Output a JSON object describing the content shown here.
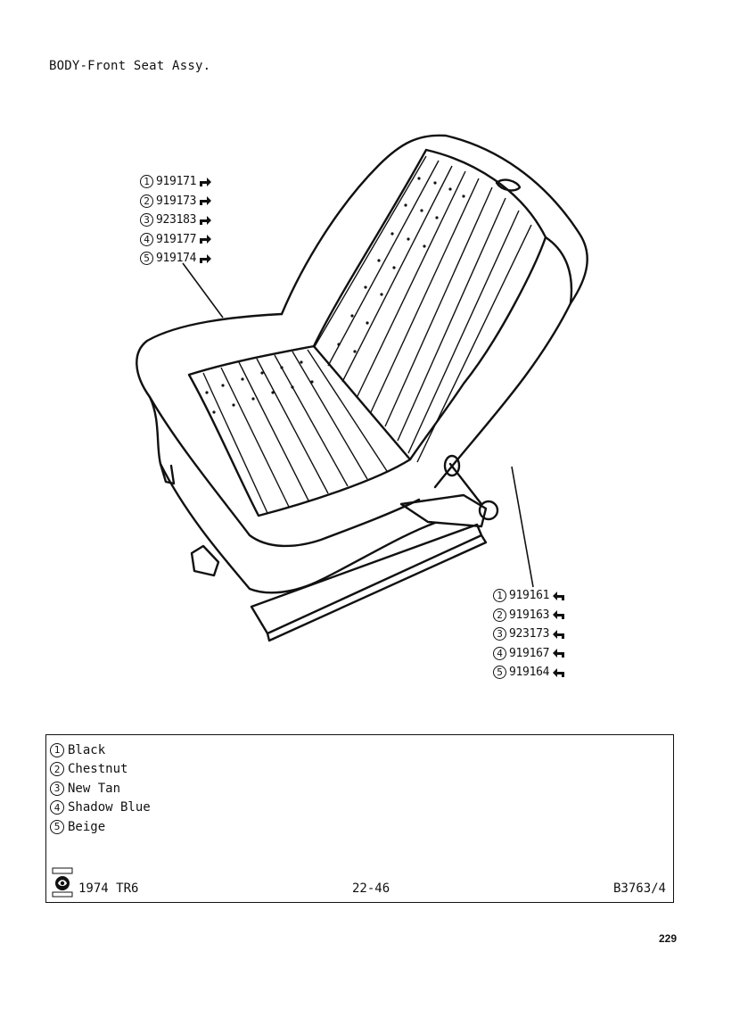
{
  "page": {
    "title": "BODY-Front Seat Assy.",
    "page_number": "229"
  },
  "parts_left": [
    {
      "num": "1",
      "part": "919171",
      "icon": "arrow-right-icon"
    },
    {
      "num": "2",
      "part": "919173",
      "icon": "arrow-right-icon"
    },
    {
      "num": "3",
      "part": "923183",
      "icon": "arrow-right-icon"
    },
    {
      "num": "4",
      "part": "919177",
      "icon": "arrow-right-icon"
    },
    {
      "num": "5",
      "part": "919174",
      "icon": "arrow-right-icon"
    }
  ],
  "parts_right": [
    {
      "num": "1",
      "part": "919161",
      "icon": "arrow-left-icon"
    },
    {
      "num": "2",
      "part": "919163",
      "icon": "arrow-left-icon"
    },
    {
      "num": "3",
      "part": "923173",
      "icon": "arrow-left-icon"
    },
    {
      "num": "4",
      "part": "919167",
      "icon": "arrow-left-icon"
    },
    {
      "num": "5",
      "part": "919164",
      "icon": "arrow-left-icon"
    }
  ],
  "legend": [
    {
      "num": "1",
      "color": "Black"
    },
    {
      "num": "2",
      "color": "Chestnut"
    },
    {
      "num": "3",
      "color": "New Tan"
    },
    {
      "num": "4",
      "color": "Shadow Blue"
    },
    {
      "num": "5",
      "color": "Beige"
    }
  ],
  "footer": {
    "year_model": "1974 TR6",
    "page_ref": "22-46",
    "code": "B3763/4",
    "logo_icon": "british-leyland-logo-icon"
  }
}
